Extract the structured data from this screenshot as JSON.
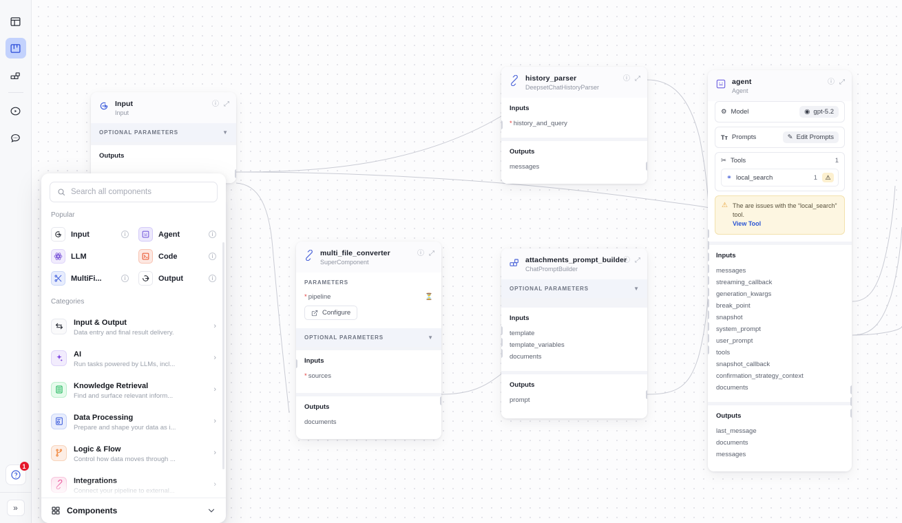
{
  "rail": {
    "items": [
      {
        "name": "layout-panel-icon",
        "label": "Layout",
        "active": false
      },
      {
        "name": "board-icon",
        "label": "Pipeline Builder",
        "active": true
      },
      {
        "name": "blocks-icon",
        "label": "Components",
        "active": false
      },
      {
        "name": "play-circle-icon",
        "label": "Run",
        "active": false
      },
      {
        "name": "chat-bubble-icon",
        "label": "Chat",
        "active": false
      }
    ],
    "help_label": "Help",
    "help_badge": "1",
    "expand_label": "Expand sidebar"
  },
  "panel": {
    "search": {
      "placeholder": "Search all components",
      "value": ""
    },
    "popular_heading": "Popular",
    "popular": [
      {
        "label": "Input",
        "icon": "input-icon"
      },
      {
        "label": "Agent",
        "icon": "agent-icon"
      },
      {
        "label": "LLM",
        "icon": "llm-icon"
      },
      {
        "label": "Code",
        "icon": "code-icon"
      },
      {
        "label": "MultiFi...",
        "icon": "multifile-icon"
      },
      {
        "label": "Output",
        "icon": "output-icon"
      }
    ],
    "categories_heading": "Categories",
    "categories": [
      {
        "name": "Input & Output",
        "desc": "Data entry and final result delivery.",
        "icon": "arrows-exchange-icon"
      },
      {
        "name": "AI",
        "desc": "Run tasks powered by LLMs, incl...",
        "icon": "sparkle-icon"
      },
      {
        "name": "Knowledge Retrieval",
        "desc": "Find and surface relevant inform...",
        "icon": "database-icon"
      },
      {
        "name": "Data Processing",
        "desc": "Prepare and shape your data as i...",
        "icon": "document-gear-icon"
      },
      {
        "name": "Logic & Flow",
        "desc": "Control how data moves through ...",
        "icon": "branch-icon"
      },
      {
        "name": "Integrations",
        "desc": "Connect your pipeline to external...",
        "icon": "plug-icon"
      }
    ],
    "footer_label": "Components"
  },
  "nodes": {
    "input": {
      "title": "Input",
      "subtitle": "Input",
      "icon": "input-node-icon",
      "optional_parameters_label": "OPTIONAL PARAMETERS",
      "outputs_label": "Outputs"
    },
    "history_parser": {
      "title": "history_parser",
      "subtitle": "DeepsetChatHistoryParser",
      "icon": "supercomponent-icon",
      "inputs_label": "Inputs",
      "inputs": [
        {
          "name": "history_and_query",
          "required": true
        }
      ],
      "outputs_label": "Outputs",
      "outputs": [
        "messages"
      ]
    },
    "multi_file_converter": {
      "title": "multi_file_converter",
      "subtitle": "SuperComponent",
      "icon": "supercomponent-icon",
      "parameters_label": "PARAMETERS",
      "parameters": [
        {
          "name": "pipeline",
          "required": true
        }
      ],
      "configure_label": "Configure",
      "optional_parameters_label": "OPTIONAL PARAMETERS",
      "inputs_label": "Inputs",
      "inputs": [
        {
          "name": "sources",
          "required": true
        }
      ],
      "outputs_label": "Outputs",
      "outputs": [
        "documents"
      ]
    },
    "attachments_prompt_builder": {
      "title": "attachments_prompt_builder",
      "subtitle": "ChatPromptBuilder",
      "icon": "blocks-node-icon",
      "optional_parameters_label": "OPTIONAL PARAMETERS",
      "inputs_label": "Inputs",
      "inputs": [
        {
          "name": "template",
          "required": false
        },
        {
          "name": "template_variables",
          "required": false
        },
        {
          "name": "documents",
          "required": false
        }
      ],
      "outputs_label": "Outputs",
      "outputs": [
        "prompt"
      ]
    },
    "agent": {
      "title": "agent",
      "subtitle": "Agent",
      "icon": "agent-node-icon",
      "model_label": "Model",
      "model_value": "gpt-5.2",
      "prompts_label": "Prompts",
      "edit_prompts_label": "Edit Prompts",
      "tools_label": "Tools",
      "tools_count": "1",
      "tool_rows": [
        {
          "name": "local_search",
          "count": "1",
          "warning": true
        }
      ],
      "warning_text": "The are issues with the “local_search” tool.",
      "warning_link": "View Tool",
      "inputs_label": "Inputs",
      "inputs": [
        "messages",
        "streaming_callback",
        "generation_kwargs",
        "break_point",
        "snapshot",
        "system_prompt",
        "user_prompt",
        "tools",
        "snapshot_callback",
        "confirmation_strategy_context",
        "documents"
      ],
      "outputs_label": "Outputs",
      "outputs": [
        "last_message",
        "documents",
        "messages"
      ]
    }
  },
  "colors": {
    "accent": "#2a4bd8",
    "canvas_bg": "#fcfcfd",
    "warning_bg": "#fdf6e1",
    "warning_border": "#f3e1ad",
    "required_marker": "#e23c3c"
  }
}
